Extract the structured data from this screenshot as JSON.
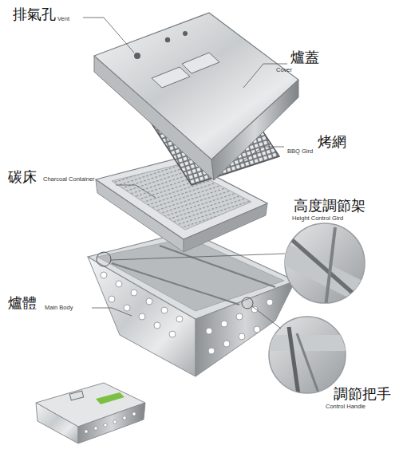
{
  "diagram": {
    "labels": [
      "排氣孔",
      "Vent",
      "爐蓋",
      "Cover",
      "烤網",
      "BBQ Gird",
      "碳床",
      "Charcoal Container",
      "高度調節架",
      "Height Control Gird",
      "爐體",
      "Main Body",
      "調節把手",
      "Control Handle"
    ]
  }
}
